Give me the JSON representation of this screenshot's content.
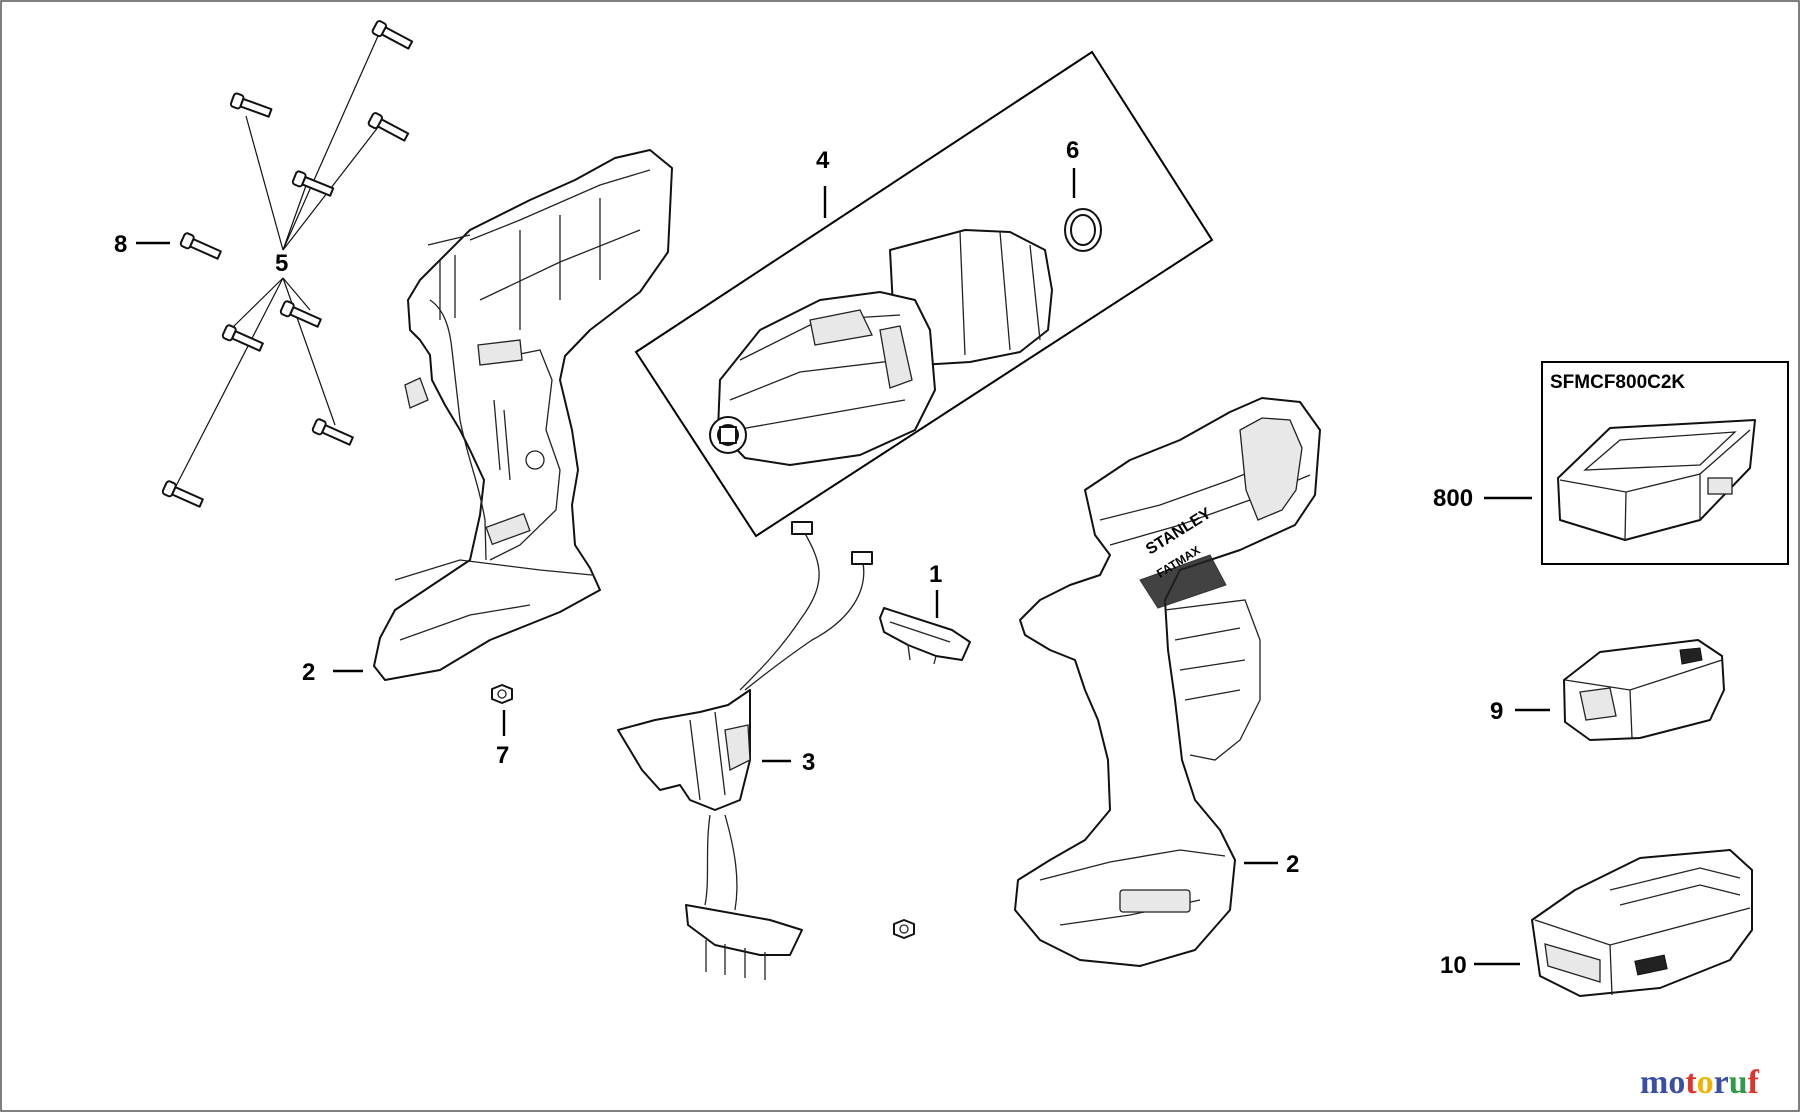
{
  "callouts": {
    "c1": "1",
    "c2a": "2",
    "c2b": "2",
    "c3": "3",
    "c4": "4",
    "c5": "5",
    "c6": "6",
    "c7": "7",
    "c8": "8",
    "c9": "9",
    "c10": "10",
    "c800": "800"
  },
  "kit_box": {
    "label": "SFMCF800C2K"
  },
  "brand_marks": {
    "housing_brand": "STANLEY",
    "housing_sub": "FATMAX"
  },
  "watermark": {
    "letters": [
      "m",
      "o",
      "t",
      "o",
      "r",
      "u",
      "f"
    ],
    "colors": [
      "#3a4fa3",
      "#3a4fa3",
      "#e0332b",
      "#f2b400",
      "#3a4fa3",
      "#2f9a48",
      "#e0332b"
    ]
  }
}
